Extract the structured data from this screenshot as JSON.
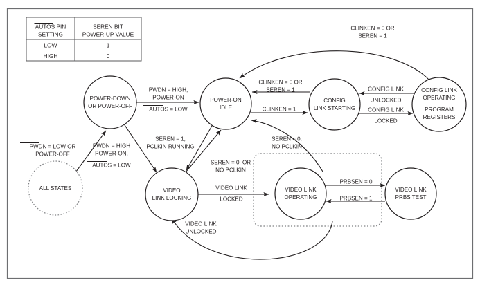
{
  "figure": {
    "kind": "state-transition-diagram",
    "border_color": "#6d6e71",
    "line_color": "#231f20",
    "dotted_color": "#808285"
  },
  "table": {
    "headers": [
      "AUTOS PIN SETTING",
      "SEREN BIT POWER-UP VALUE"
    ],
    "header_lines": [
      [
        "AUTOS PIN",
        "SETTING"
      ],
      [
        "SEREN BIT",
        "POWER-UP VALUE"
      ]
    ],
    "rows": [
      {
        "setting": "LOW",
        "value": "1"
      },
      {
        "setting": "HIGH",
        "value": "0"
      }
    ]
  },
  "states": [
    {
      "id": "all-states",
      "label_lines": [
        "ALL STATES"
      ],
      "style": "dotted"
    },
    {
      "id": "power-down",
      "label_lines": [
        "POWER-DOWN",
        "OR POWER-OFF"
      ],
      "style": "solid"
    },
    {
      "id": "power-on-idle",
      "label_lines": [
        "POWER-ON",
        "IDLE"
      ],
      "style": "solid"
    },
    {
      "id": "video-link-locking",
      "label_lines": [
        "VIDEO",
        "LINK LOCKING"
      ],
      "style": "solid"
    },
    {
      "id": "config-link-starting",
      "label_lines": [
        "CONFIG",
        "LINK STARTING"
      ],
      "style": "solid"
    },
    {
      "id": "config-link-operating",
      "label_lines": [
        "CONFIG LINK",
        "OPERATING",
        "PROGRAM",
        "REGISTERS"
      ],
      "style": "solid"
    },
    {
      "id": "video-link-operating",
      "label_lines": [
        "VIDEO LINK",
        "OPERATING"
      ],
      "style": "solid"
    },
    {
      "id": "video-link-prbs",
      "label_lines": [
        "VIDEO LINK",
        "PRBS TEST"
      ],
      "style": "solid"
    }
  ],
  "transitions": [
    {
      "id": "t-allstates-powerdown",
      "from": "all-states",
      "to": "power-down",
      "label_lines": [
        "PWDN = LOW OR",
        "POWER-OFF"
      ],
      "overline": [
        "PWDN"
      ]
    },
    {
      "id": "t-powerdown-idle",
      "from": "power-down",
      "to": "power-on-idle",
      "label_lines": [
        "PWDN = HIGH,",
        "POWER-ON",
        "AUTOS = LOW"
      ],
      "overline": [
        "PWDN",
        "AUTOS"
      ]
    },
    {
      "id": "t-powerdown-videolocking",
      "from": "power-down",
      "to": "video-link-locking",
      "label_lines": [
        "SEREN = 1,",
        "PCLKIN RUNNING"
      ],
      "overline": []
    },
    {
      "id": "t-idle-videolocking",
      "from": "power-on-idle",
      "to": "video-link-locking",
      "label_lines": [
        "PWDN = HIGH",
        "POWER-ON,",
        "AUTOS = LOW"
      ],
      "overline": [
        "PWDN",
        "AUTOS"
      ]
    },
    {
      "id": "t-videolocking-idle",
      "from": "video-link-locking",
      "to": "power-on-idle",
      "label_lines": [
        "SEREN = 0, OR",
        "NO PCLKIN"
      ],
      "overline": []
    },
    {
      "id": "t-videolocking-videooperating",
      "from": "video-link-locking",
      "to": "video-link-operating",
      "label_lines": [
        "VIDEO LINK",
        "LOCKED"
      ],
      "overline": []
    },
    {
      "id": "t-videooperating-videolocking",
      "from": "video-link-operating",
      "to": "video-link-locking",
      "label_lines": [
        "VIDEO LINK",
        "UNLOCKED"
      ],
      "overline": []
    },
    {
      "id": "t-videooperating-idle",
      "from": "video-link-operating",
      "to": "power-on-idle",
      "label_lines": [
        "SEREN = 0,",
        "NO PCLKIN"
      ],
      "overline": []
    },
    {
      "id": "t-videooperating-prbs",
      "from": "video-link-operating",
      "to": "video-link-prbs",
      "label_lines": [
        "PRBSEN = 1"
      ],
      "overline": []
    },
    {
      "id": "t-prbs-videooperating",
      "from": "video-link-prbs",
      "to": "video-link-operating",
      "label_lines": [
        "PRBSEN = 0"
      ],
      "overline": []
    },
    {
      "id": "t-idle-configstarting",
      "from": "power-on-idle",
      "to": "config-link-starting",
      "label_lines": [
        "CLINKEN = 1"
      ],
      "overline": []
    },
    {
      "id": "t-configstarting-idle",
      "from": "config-link-starting",
      "to": "power-on-idle",
      "label_lines": [
        "CLINKEN = 0 OR",
        "SEREN = 1"
      ],
      "overline": []
    },
    {
      "id": "t-configstarting-configoperating",
      "from": "config-link-starting",
      "to": "config-link-operating",
      "label_lines": [
        "CONFIG LINK",
        "LOCKED"
      ],
      "overline": []
    },
    {
      "id": "t-configoperating-configstarting",
      "from": "config-link-operating",
      "to": "config-link-starting",
      "label_lines": [
        "CONFIG LINK",
        "UNLOCKED"
      ],
      "overline": []
    },
    {
      "id": "t-configoperating-idle",
      "from": "config-link-operating",
      "to": "power-on-idle",
      "label_lines": [
        "CLINKEN = 0 OR",
        "SEREN = 1"
      ],
      "overline": []
    }
  ],
  "labels": {
    "tbl_h1_l1": "AUTOS PIN",
    "tbl_h1_l2": "SETTING",
    "tbl_h2_l1": "SEREN BIT",
    "tbl_h2_l2": "POWER-UP VALUE",
    "tbl_r1_c1": "LOW",
    "tbl_r1_c2": "1",
    "tbl_r2_c1": "HIGH",
    "tbl_r2_c2": "0",
    "n_all_1": "ALL STATES",
    "n_pd_1": "POWER-DOWN",
    "n_pd_2": "OR POWER-OFF",
    "n_poi_1": "POWER-ON",
    "n_poi_2": "IDLE",
    "n_vll_1": "VIDEO",
    "n_vll_2": "LINK LOCKING",
    "n_cls_1": "CONFIG",
    "n_cls_2": "LINK STARTING",
    "n_clo_1": "CONFIG LINK",
    "n_clo_2": "OPERATING",
    "n_clo_3": "PROGRAM",
    "n_clo_4": "REGISTERS",
    "n_vlo_1": "VIDEO LINK",
    "n_vlo_2": "OPERATING",
    "n_vlp_1": "VIDEO LINK",
    "n_vlp_2": "PRBS TEST",
    "e_allpd_1a": "PWDN",
    "e_allpd_1b": " = LOW OR",
    "e_allpd_2": "POWER-OFF",
    "e_pdidle_1a": "PWDN",
    "e_pdidle_1b": " = HIGH,",
    "e_pdidle_2": "POWER-ON",
    "e_pdidle_3a": "AUTOS",
    "e_pdidle_3b": " = LOW",
    "e_idlevll_1a": "PWDN",
    "e_idlevll_1b": " = HIGH",
    "e_idlevll_2": "POWER-ON,",
    "e_idlevll_3a": "AUTOS",
    "e_idlevll_3b": " = LOW",
    "e_pdvll_1": "SEREN = 1,",
    "e_pdvll_2": "PCLKIN RUNNING",
    "e_vllidle_1": "SEREN = 0, OR",
    "e_vllidle_2": "NO PCLKIN",
    "e_vlllock_1": "VIDEO LINK",
    "e_vlllock_2": "LOCKED",
    "e_vlounlock_1": "VIDEO LINK",
    "e_vlounlock_2": "UNLOCKED",
    "e_vloidle_1": "SEREN = 0,",
    "e_vloidle_2": "NO PCLKIN",
    "e_prbs1": "PRBSEN = 1",
    "e_prbs0": "PRBSEN = 0",
    "e_clinken1": "CLINKEN = 1",
    "e_clsidle_1": "CLINKEN = 0 OR",
    "e_clsidle_2": "SEREN = 1",
    "e_cllock_1": "CONFIG LINK",
    "e_cllock_2": "LOCKED",
    "e_clunlock_1": "CONFIG LINK",
    "e_clunlock_2": "UNLOCKED",
    "e_cloidle_1": "CLINKEN = 0 OR",
    "e_cloidle_2": "SEREN = 1"
  }
}
